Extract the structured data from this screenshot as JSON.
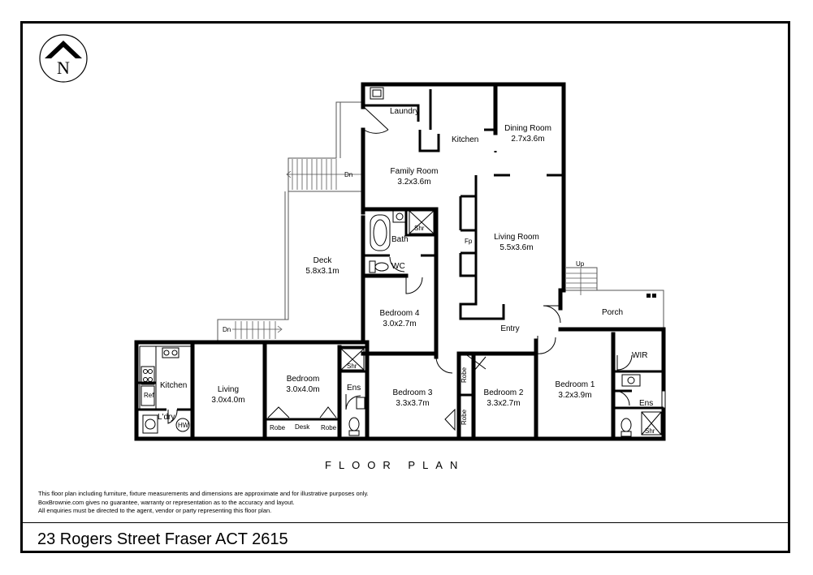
{
  "title": "FLOOR PLAN",
  "address": "23 Rogers Street Fraser ACT 2615",
  "compass": "N",
  "disclaimer": [
    "This floor plan including furniture, fixture measurements and dimensions are approximate and for illustrative purposes only.",
    "BoxBrownie.com gives no guarantee, warranty or representation as to the accuracy and layout.",
    "All enquiries must be directed to the agent, vendor or party representing this floor plan."
  ],
  "rooms": {
    "laundry": "Laundry",
    "kitchen": "Kitchen",
    "dining": {
      "name": "Dining Room",
      "size": "2.7x3.6m"
    },
    "family": {
      "name": "Family Room",
      "size": "3.2x3.6m"
    },
    "deck": {
      "name": "Deck",
      "size": "5.8x3.1m"
    },
    "bath": "Bath",
    "wc": "WC",
    "living_room": {
      "name": "Living Room",
      "size": "5.5x3.6m"
    },
    "fp": "Fp",
    "bedroom4": {
      "name": "Bedroom 4",
      "size": "3.0x2.7m"
    },
    "entry": "Entry",
    "porch": "Porch",
    "bedroom3": {
      "name": "Bedroom 3",
      "size": "3.3x3.7m"
    },
    "bedroom2": {
      "name": "Bedroom 2",
      "size": "3.3x2.7m"
    },
    "bedroom1": {
      "name": "Bedroom 1",
      "size": "3.2x3.9m"
    },
    "wir": "WIR",
    "ens1": "Ens",
    "ens2": "Ens",
    "flat_kitchen": "Kitchen",
    "flat_living": {
      "name": "Living",
      "size": "3.0x4.0m"
    },
    "flat_bedroom": {
      "name": "Bedroom",
      "size": "3.0x4.0m"
    },
    "flat_laundry": "L'dry",
    "robe": "Robe",
    "desk": "Desk",
    "ref": "Ref",
    "hw": "HW",
    "shr": "Shr",
    "dn": "Dn",
    "up": "Up"
  }
}
